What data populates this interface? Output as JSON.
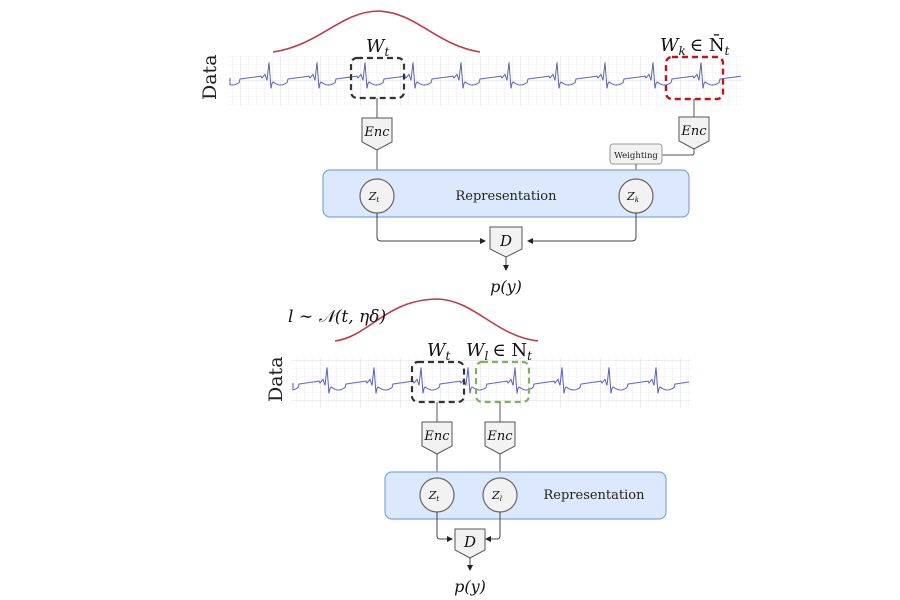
{
  "top_panel": {
    "data_label": "Data",
    "window_t_label": "W",
    "window_t_sub": "t",
    "window_k_label": "W",
    "window_k_sub": "k",
    "window_k_set": "∈ N̄",
    "window_k_set_sub": "t",
    "enc_left": "Enc",
    "enc_right": "Enc",
    "weighting": "Weighting",
    "representation": "Representation",
    "z_left": "Z",
    "z_left_sub": "t",
    "z_right": "Z",
    "z_right_sub": "k",
    "decoder": "D",
    "output": "p(y)"
  },
  "bottom_panel": {
    "sampling_formula": "l ∼ 𝒩(t, ηδ)",
    "data_label": "Data",
    "window_t_label": "W",
    "window_t_sub": "t",
    "window_l_label": "W",
    "window_l_sub": "l",
    "window_l_set": "∈ N",
    "window_l_set_sub": "t",
    "enc_left": "Enc",
    "enc_right": "Enc",
    "representation": "Representation",
    "z_left": "Z",
    "z_left_sub": "t",
    "z_right": "Z",
    "z_right_sub": "l",
    "decoder": "D",
    "output": "p(y)"
  },
  "colors": {
    "gaussian": "#c0394b",
    "signal": "#5b5fc7",
    "window_anchor": "#333333",
    "window_distant": "#c0161b",
    "window_neighbor": "#7fb35a",
    "representation_fill": "#dce8fb",
    "representation_stroke": "#7ea6e0"
  }
}
